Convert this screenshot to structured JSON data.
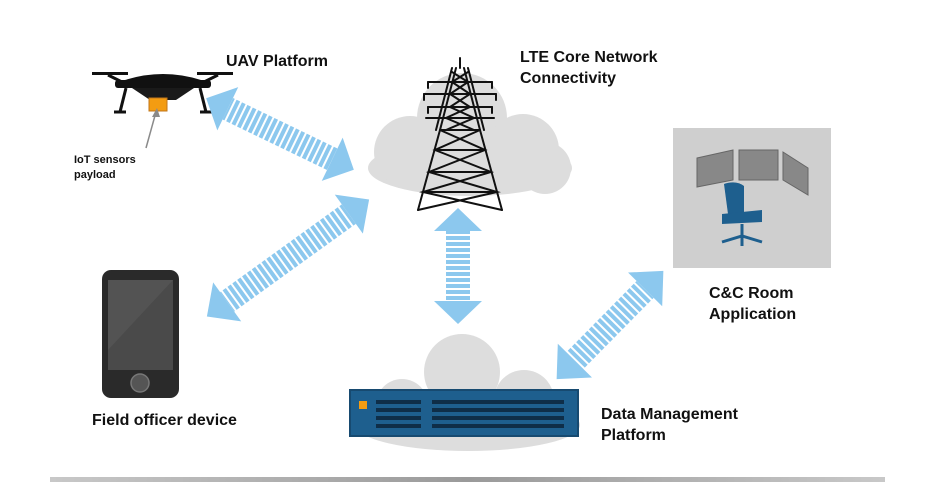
{
  "diagram": {
    "nodes": {
      "uav": {
        "label": "UAV Platform",
        "annotation_lines": [
          "IoT sensors",
          "payload"
        ]
      },
      "lte": {
        "label_lines": [
          "LTE Core Network",
          "Connectivity"
        ]
      },
      "field": {
        "label": "Field officer device"
      },
      "data": {
        "label_lines": [
          "Data Management",
          "Platform"
        ]
      },
      "cc": {
        "label_lines": [
          "C&C Room",
          "Application"
        ]
      }
    },
    "connections": [
      {
        "from": "UAV Platform",
        "to": "LTE Core Network Connectivity"
      },
      {
        "from": "Field officer device",
        "to": "LTE Core Network Connectivity"
      },
      {
        "from": "LTE Core Network Connectivity",
        "to": "Data Management Platform"
      },
      {
        "from": "Data Management Platform",
        "to": "C&C Room Application"
      }
    ],
    "colors": {
      "arrow": "#8cc8ee",
      "cloud": "#dddddd",
      "server": "#1e5f8e",
      "server_border": "#174a70",
      "server_led": "#f39c12",
      "sensor": "#f39c12",
      "chair": "#1e5f8e",
      "room_bg": "#cfcfcf",
      "phone": "#2a2a2a",
      "tower": "#111111",
      "text": "#111111"
    }
  }
}
